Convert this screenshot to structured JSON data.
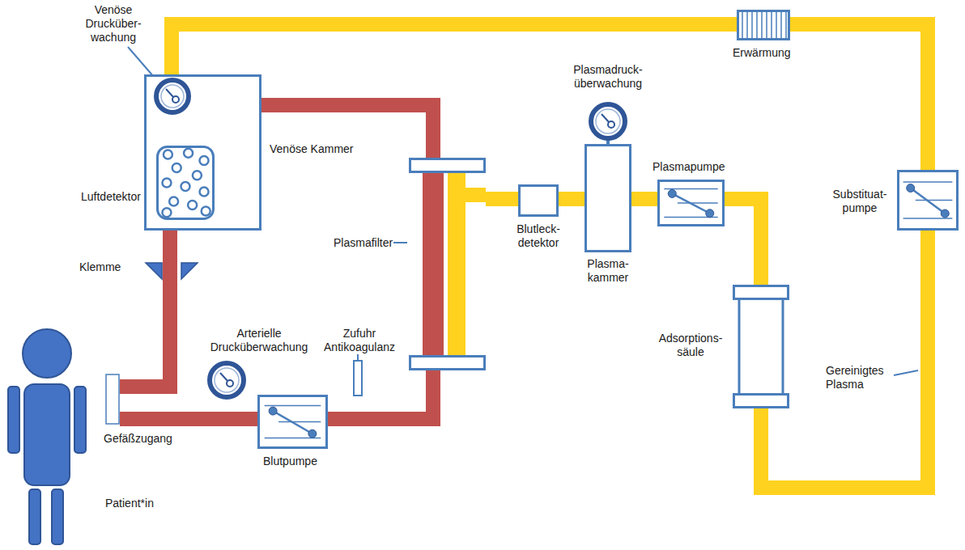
{
  "diagram": {
    "nodes": [
      {
        "text": [
          "Venöse Kammer"
        ]
      },
      {
        "text": [
          "Venöse Drucküber- wachung"
        ],
        "in": 0
      },
      {
        "text": [
          "Luftdetektor"
        ],
        "in": 0
      },
      {
        "text": [
          "Plasmafilter"
        ]
      },
      {
        "text": [
          "Blutleck- detektor"
        ]
      },
      {
        "text": [
          "Plasma- kammer"
        ]
      },
      {
        "text": [
          "Plasmadruck- überwachung"
        ]
      },
      {
        "text": [
          "Plasmapumpe"
        ]
      },
      {
        "text": [
          "Adsorptions- säule"
        ]
      },
      {
        "text": [
          "Substituat- pumpe"
        ]
      },
      {
        "text": [
          "Erwärmung"
        ]
      },
      {
        "text": [
          "Blutpumpe"
        ]
      },
      {
        "text": [
          "Arterielle Drucküberwachung"
        ]
      },
      {
        "text": [
          "Zufuhr Antikoagulanz"
        ]
      },
      {
        "text": [
          "Gefäßzugang"
        ]
      }
    ],
    "edges": [
      {
        "from": 14,
        "to": 11,
        "arrow": "none"
      },
      {
        "from": 11,
        "to": 3,
        "arrow": "none"
      },
      {
        "from": 3,
        "to": 0,
        "arrow": "none"
      },
      {
        "from": 0,
        "to": 14,
        "arrow": "none"
      },
      {
        "from": 3,
        "to": 4,
        "arrow": "none"
      },
      {
        "from": 4,
        "to": 5,
        "arrow": "none"
      },
      {
        "from": 5,
        "to": 7,
        "arrow": "none"
      },
      {
        "from": 7,
        "to": 8,
        "arrow": "none"
      },
      {
        "from": 8,
        "to": 9,
        "arrow": "none"
      },
      {
        "from": 9,
        "to": 10,
        "arrow": "none"
      },
      {
        "from": 10,
        "to": 0,
        "arrow": "none"
      }
    ],
    "labels": [
      "Klemme",
      "Patient*in",
      "Gereinigtes Plasma"
    ]
  }
}
